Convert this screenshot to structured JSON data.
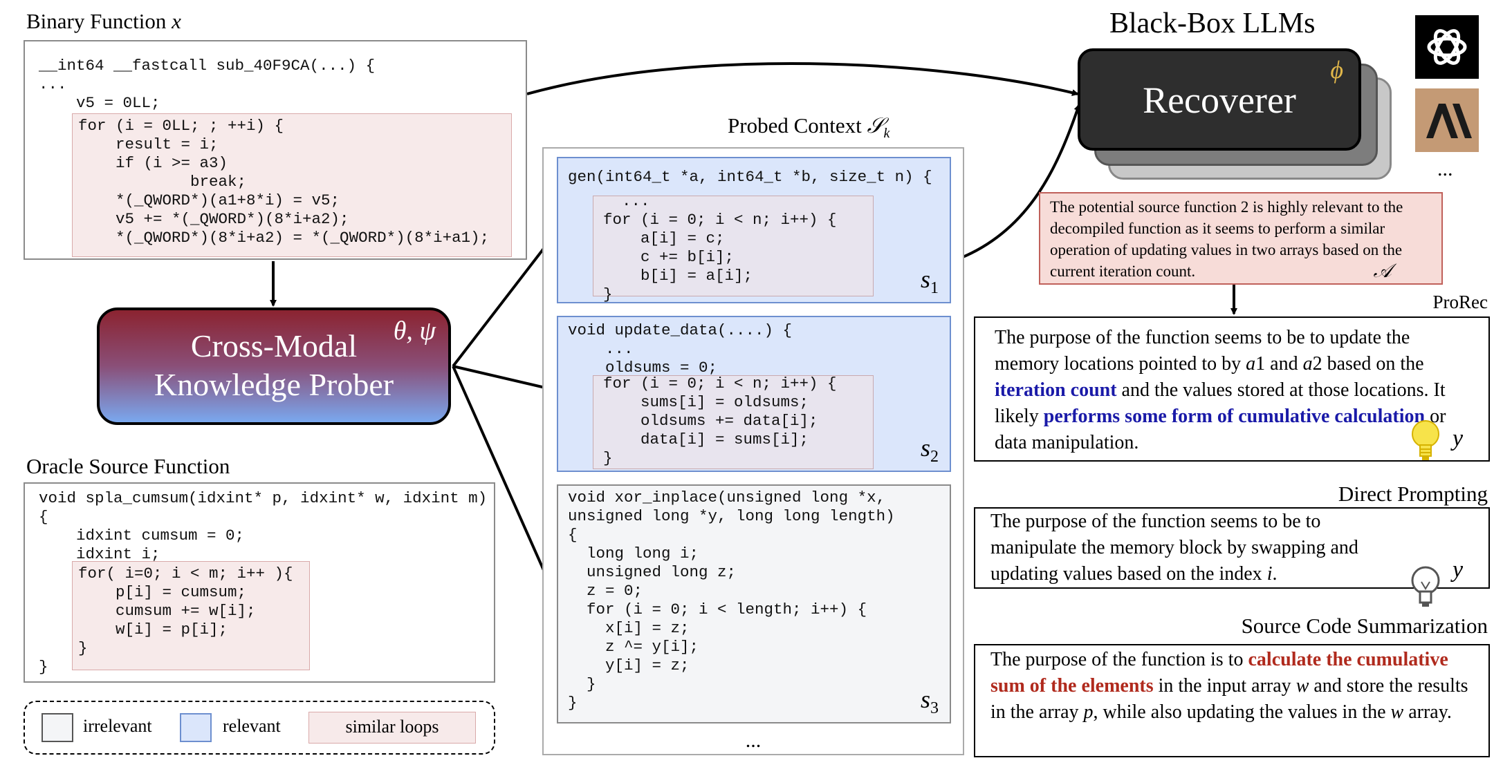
{
  "binary": {
    "title": "Binary Function",
    "var": "x",
    "code_head": "__int64 __fastcall sub_40F9CA(...) {\n...\n    v5 = 0LL;",
    "code_loop": "for (i = 0LL; ; ++i) {\n    result = i;\n    if (i >= a3)\n            break;\n    *(_QWORD*)(a1+8*i) = v5;\n    v5 += *(_QWORD*)(8*i+a2);\n    *(_QWORD*)(8*i+a2) = *(_QWORD*)(8*i+a1);"
  },
  "prober": {
    "line1": "Cross-Modal",
    "line2": "Knowledge Prober",
    "params": "θ, ψ"
  },
  "oracle": {
    "title": "Oracle Source Function",
    "code_head": "void spla_cumsum(idxint* p, idxint* w, idxint m)\n{\n    idxint cumsum = 0;\n    idxint i;",
    "code_loop": "for( i=0; i < m; i++ ){\n    p[i] = cumsum;\n    cumsum += w[i];\n    w[i] = p[i];\n}",
    "code_tail": "}"
  },
  "legend": {
    "irrelevant": "irrelevant",
    "relevant": "relevant",
    "similar": "similar loops"
  },
  "probed": {
    "title": "Probed Context",
    "symbol": "𝒮",
    "sub": "k",
    "ellipsis": "...",
    "cards": [
      {
        "label": "s",
        "index": "1",
        "head": "gen(int64_t *a, int64_t *b, size_t n) {",
        "loop": "  ...\nfor (i = 0; i < n; i++) {\n    a[i] = c;\n    c += b[i];\n    b[i] = a[i];\n}"
      },
      {
        "label": "s",
        "index": "2",
        "head": "void update_data(....) {\n    ...\n    oldsums = 0;",
        "loop": "for (i = 0; i < n; i++) {\n    sums[i] = oldsums;\n    oldsums += data[i];\n    data[i] = sums[i];\n}"
      },
      {
        "label": "s",
        "index": "3",
        "code": "void xor_inplace(unsigned long *x,\nunsigned long *y, long long length)\n{\n  long long i;\n  unsigned long z;\n  z = 0;\n  for (i = 0; i < length; i++) {\n    x[i] = z;\n    z ^= y[i];\n    y[i] = z;\n  }\n}"
      }
    ]
  },
  "llm": {
    "title": "Black-Box LLMs",
    "recoverer": "Recoverer",
    "param": "ϕ",
    "ellipsis": "...",
    "rationale": "The potential source function 2 is highly relevant to the decompiled function as it seems to perform a similar operation of updating values in two arrays based on the current iteration count.",
    "rationale_symbol": "𝒜"
  },
  "prorec": {
    "title": "ProRec",
    "t1": "The purpose of the function seems to be to update the memory locations pointed to by ",
    "v1": "a",
    "n1": "1",
    "t2": " and ",
    "v2": "a",
    "n2": "2",
    "t3": " based on the ",
    "h1": "iteration count",
    "t4": " and the values stored at those locations. It likely ",
    "h2": "performs some form of cumulative calculation",
    "t5": " or data manipulation.",
    "y": "y"
  },
  "direct": {
    "title": "Direct Prompting",
    "t1": "The purpose of the function seems to be to manipulate the memory block by swapping and updating values based on the index ",
    "v": "i",
    "t2": ".",
    "y": "y"
  },
  "summ": {
    "title": "Source Code Summarization",
    "t1": "The purpose of the function is to ",
    "h": "calculate the cumulative sum of the elements",
    "t2": " in the input array ",
    "v1": "w",
    "t3": " and store the results in the array ",
    "v2": "p",
    "t4": ", while also updating the values in the ",
    "v3": "w",
    "t5": " array."
  },
  "colors": {
    "relevant": "#dbe6fb",
    "irrelevant": "#f4f5f7",
    "similar": "#f7eaea",
    "highlight_blue": "#1a1aa8",
    "highlight_red": "#b02a1d"
  }
}
